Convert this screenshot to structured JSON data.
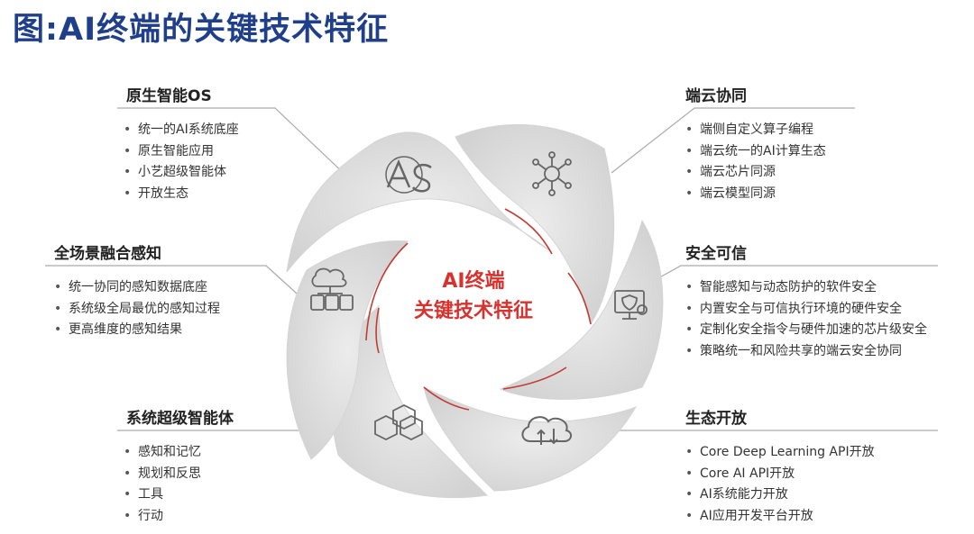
{
  "title": "图:AI终端的关键技术特征",
  "center": {
    "line1": "AI终端",
    "line2": "关键技术特征"
  },
  "panels": {
    "os": {
      "title": "原生智能OS",
      "items": [
        "统一的AI系统底座",
        "原生智能应用",
        "小艺超级智能体",
        "开放生态"
      ]
    },
    "perception": {
      "title": "全场景融合感知",
      "items": [
        "统一协同的感知数据底座",
        "系统级全局最优的感知过程",
        "更高维度的感知结果"
      ]
    },
    "agent": {
      "title": "系统超级智能体",
      "items": [
        "感知和记忆",
        "规划和反思",
        "工具",
        "行动"
      ]
    },
    "cloud": {
      "title": "端云协同",
      "items": [
        "端侧自定义算子编程",
        "端云统一的AI计算生态",
        "端云芯片同源",
        "端云模型同源"
      ]
    },
    "security": {
      "title": "安全可信",
      "items": [
        "智能感知与动态防护的软件安全",
        "内置安全与可信执行环境的硬件安全",
        "定制化安全指令与硬件加速的芯片级安全",
        "策略统一和风险共享的端云安全协同"
      ]
    },
    "ecosystem": {
      "title": "生态开放",
      "items": [
        "Core Deep Learning API开放",
        "Core AI API开放",
        "AI系统能力开放",
        "AI应用开发平台开放"
      ]
    }
  },
  "colors": {
    "title": "#1f3f8a",
    "center": "#d8322f",
    "petal": "#dcdcdc",
    "accent": "#c43a34"
  }
}
